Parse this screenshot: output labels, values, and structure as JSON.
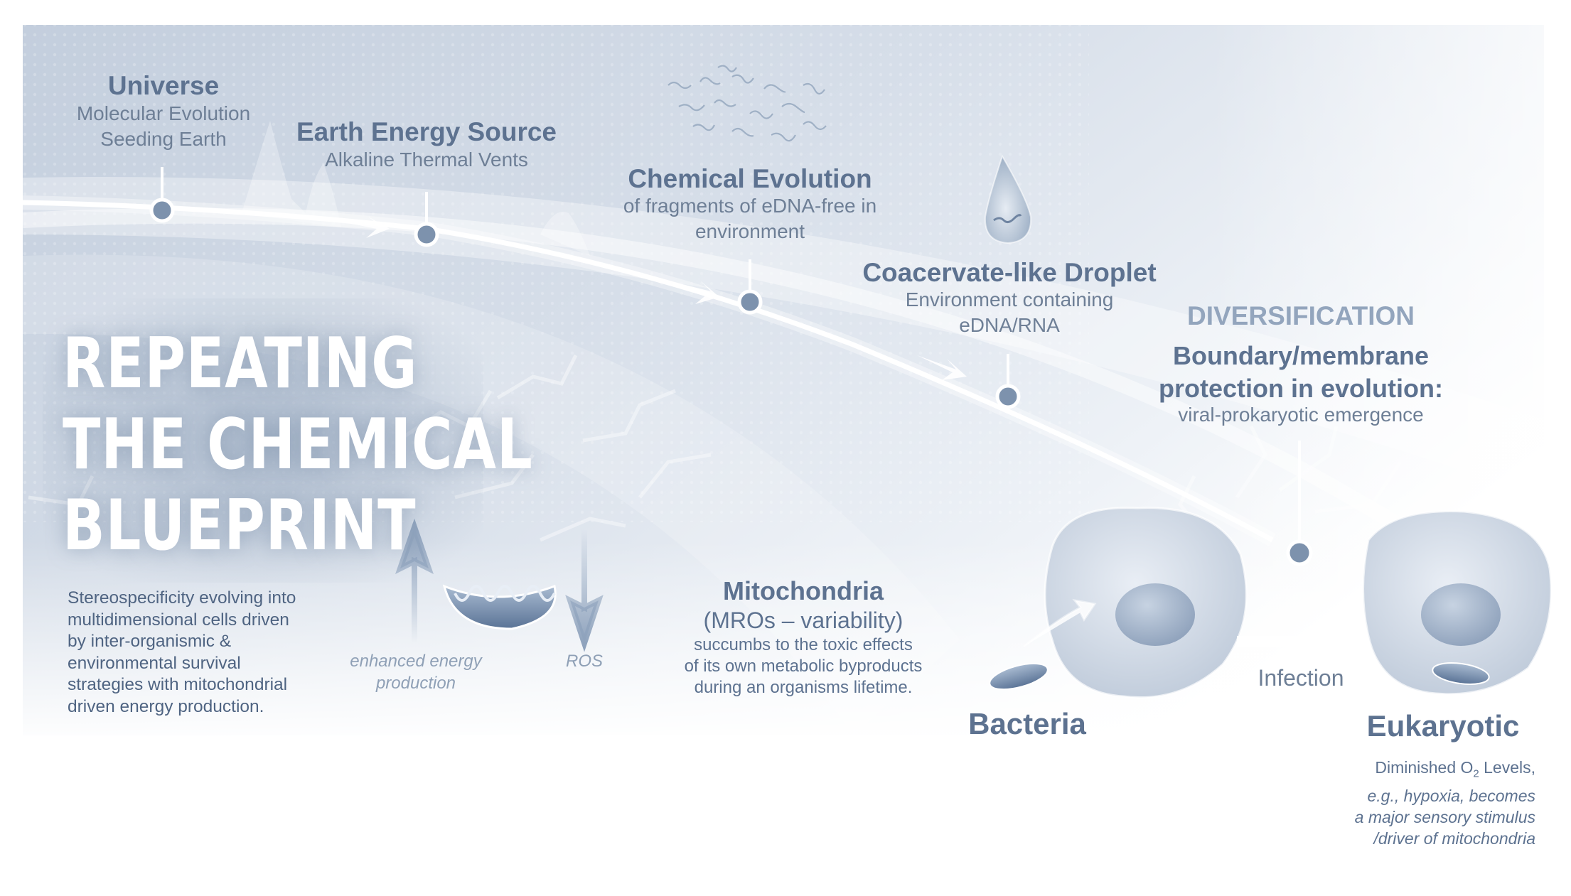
{
  "banner": {
    "line1": "REPEATING",
    "line2": "THE CHEMICAL",
    "line3": "BLUEPRINT"
  },
  "nodes": {
    "universe": {
      "title": "Universe",
      "sub1": "Molecular Evolution",
      "sub2": "Seeding Earth"
    },
    "earth": {
      "title": "Earth Energy Source",
      "sub1": "Alkaline Thermal Vents"
    },
    "chemical": {
      "title": "Chemical Evolution",
      "sub1": "of fragments of eDNA-free in",
      "sub2": "environment"
    },
    "coacervate": {
      "title": "Coacervate-like Droplet",
      "sub1": "Environment containing",
      "sub2": "eDNA/RNA"
    },
    "diversification": {
      "heading": "DIVERSIFICATION",
      "title1": "Boundary/membrane",
      "title2": "protection in evolution:",
      "sub1": "viral-prokaryotic emergence"
    }
  },
  "left_description": [
    "Stereospecificity evolving into",
    "multidimensional cells driven",
    "by inter-organismic &",
    "environmental survival",
    "strategies with mitochondrial",
    "driven energy production."
  ],
  "energy": {
    "up_label1": "enhanced energy",
    "up_label2": "production",
    "down_label": "ROS"
  },
  "mitochondria": {
    "title": "Mitochondria",
    "subtitle": "(MROs – variability)",
    "lines": [
      "succumbs to the toxic effects",
      "of its own metabolic byproducts",
      "during an organisms lifetime."
    ]
  },
  "cells": {
    "bacteria": "Bacteria",
    "infection": "Infection",
    "eukaryotic": "Eukaryotic"
  },
  "note": {
    "line1_pre": "Diminished O",
    "line1_sub": "2",
    "line1_post": " Levels,",
    "line2": "e.g., hypoxia, becomes",
    "line3": "a major sensory stimulus",
    "line4": "/driver of mitochondria"
  },
  "colors": {
    "accent": "#5d7290",
    "node": "#7d92ad",
    "banner_text": "#ffffff",
    "background": "#dde4ee"
  }
}
